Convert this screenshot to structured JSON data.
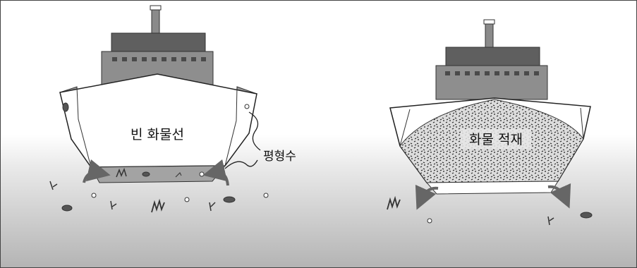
{
  "labels": {
    "empty_ship": "빈 화물선",
    "ballast_water": "평형수",
    "cargo_loaded": "화물 적재"
  },
  "colors": {
    "hull_fill": "#ffffff",
    "superstructure_dark": "#6f6f6f",
    "superstructure_mid": "#8d8d8d",
    "ballast_tank": "#9a9a9a",
    "arrow": "#6a6a6a",
    "water_top": "#ffffff",
    "water_bottom": "#b9b9b9"
  }
}
